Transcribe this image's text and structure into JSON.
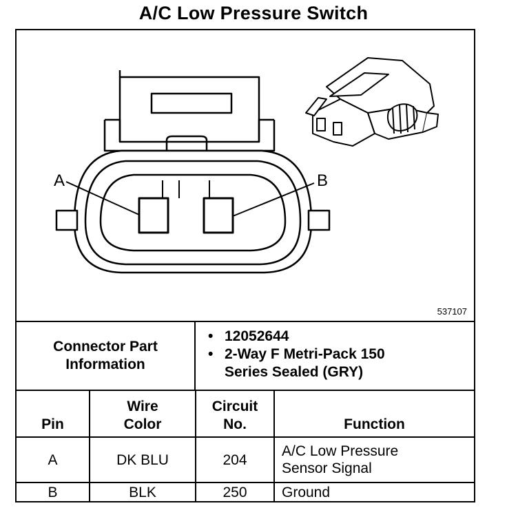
{
  "title": "A/C Low Pressure Switch",
  "diagram": {
    "figure_number": "537107",
    "callout_a": "A",
    "callout_b": "B"
  },
  "connector_info": {
    "label": "Connector Part Information",
    "items": [
      "12052644",
      "2-Way F Metri-Pack 150 Series Sealed (GRY)"
    ],
    "bullet": "•"
  },
  "pin_table": {
    "headers": {
      "pin": "Pin",
      "wire_color": "Wire Color",
      "circuit": "Circuit No.",
      "function": "Function"
    },
    "rows": [
      {
        "pin": "A",
        "wire_color": "DK BLU",
        "circuit": "204",
        "function": "A/C Low Pressure Sensor Signal"
      },
      {
        "pin": "B",
        "wire_color": "BLK",
        "circuit": "250",
        "function": "Ground"
      }
    ]
  }
}
